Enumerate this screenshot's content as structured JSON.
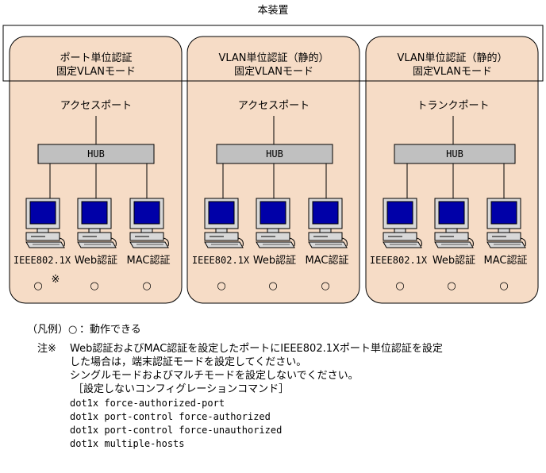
{
  "device_label": "本装置",
  "panels": [
    {
      "mode_line1": "ポート単位認証",
      "mode_line2": "固定VLANモード",
      "port_label": "アクセスポート",
      "hub_label": "HUB",
      "terminals": [
        {
          "label": "IEEE802.1X",
          "mark": "○",
          "note": "※"
        },
        {
          "label": "Web認証",
          "mark": "○",
          "note": ""
        },
        {
          "label": "MAC認証",
          "mark": "○",
          "note": ""
        }
      ]
    },
    {
      "mode_line1": "VLAN単位認証（静的）",
      "mode_line2": "固定VLANモード",
      "port_label": "アクセスポート",
      "hub_label": "HUB",
      "terminals": [
        {
          "label": "IEEE802.1X",
          "mark": "○",
          "note": ""
        },
        {
          "label": "Web認証",
          "mark": "○",
          "note": ""
        },
        {
          "label": "MAC認証",
          "mark": "○",
          "note": ""
        }
      ]
    },
    {
      "mode_line1": "VLAN単位認証（静的）",
      "mode_line2": "固定VLANモード",
      "port_label": "トランクポート",
      "hub_label": "HUB",
      "terminals": [
        {
          "label": "IEEE802.1X",
          "mark": "○",
          "note": ""
        },
        {
          "label": "Web認証",
          "mark": "○",
          "note": ""
        },
        {
          "label": "MAC認証",
          "mark": "○",
          "note": ""
        }
      ]
    }
  ],
  "legend": {
    "prefix": "（凡例）",
    "symbol": "○",
    "text": "：動作できる"
  },
  "note": {
    "marker": "注※",
    "lines": [
      "Web認証およびMAC認証を設定したポートにIEEE802.1Xポート単位認証を設定",
      "した場合は，端末認証モードを設定してください。",
      "シングルモードおよびマルチモードを設定しないでください。",
      "［設定しないコンフィグレーションコマンド］"
    ],
    "commands": [
      "dot1x force-authorized-port",
      "dot1x port-control force-authorized",
      "dot1x port-control force-unauthorized",
      "dot1x multiple-hosts"
    ]
  },
  "colors": {
    "panel_fill": "#f6dcc6",
    "hub_fill": "#c0c0c0",
    "screen_fill": "#0000a8"
  }
}
